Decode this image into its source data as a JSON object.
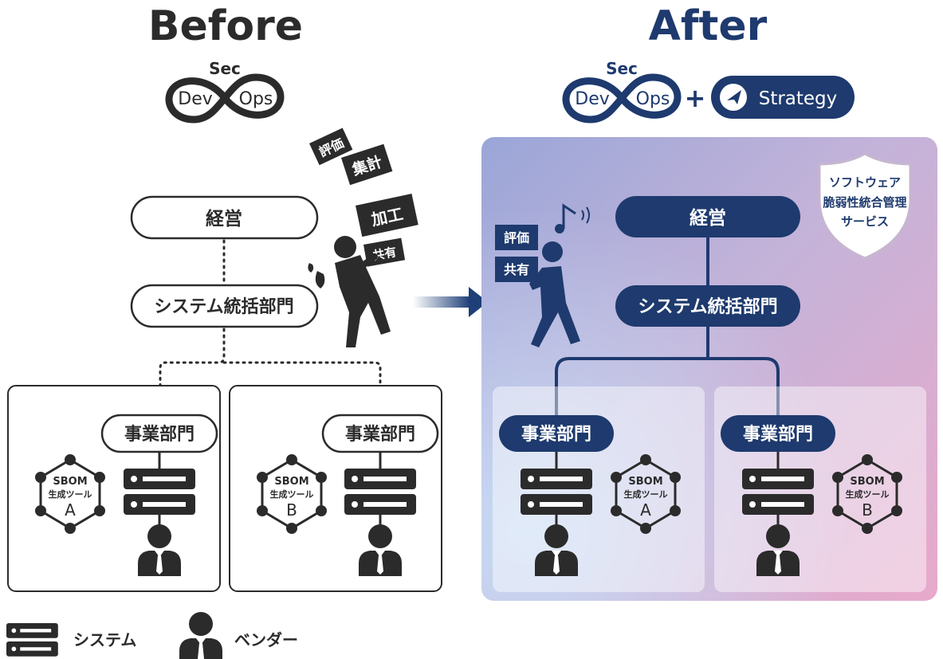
{
  "before": {
    "title": "Before",
    "logo": {
      "top": "Sec",
      "left": "Dev",
      "right": "Ops"
    },
    "management": "経営",
    "system_dept": "システム統括部門",
    "burden_tasks": [
      "評価",
      "集計",
      "加工",
      "共有"
    ],
    "business_units": [
      {
        "label": "事業部門",
        "tool_line1": "SBOM",
        "tool_line2": "生成ツール",
        "tool_letter": "A"
      },
      {
        "label": "事業部門",
        "tool_line1": "SBOM",
        "tool_line2": "生成ツール",
        "tool_letter": "B"
      }
    ]
  },
  "after": {
    "title": "After",
    "logo": {
      "top": "Sec",
      "left": "Dev",
      "right": "Ops"
    },
    "plus": "+",
    "strategy": "Strategy",
    "service_badge": [
      "ソフトウェア",
      "脆弱性統合管理",
      "サービス"
    ],
    "management": "経営",
    "system_dept": "システム統括部門",
    "light_tasks": [
      "評価",
      "共有"
    ],
    "business_units": [
      {
        "label": "事業部門",
        "tool_line1": "SBOM",
        "tool_line2": "生成ツール",
        "tool_letter": "A"
      },
      {
        "label": "事業部門",
        "tool_line1": "SBOM",
        "tool_line2": "生成ツール",
        "tool_letter": "B"
      }
    ]
  },
  "legend": {
    "system": "システム",
    "vendor": "ベンダー"
  },
  "colors": {
    "navy": "#1e3a6e",
    "dark": "#2b2b2b",
    "arrow": "#1e3f78"
  }
}
